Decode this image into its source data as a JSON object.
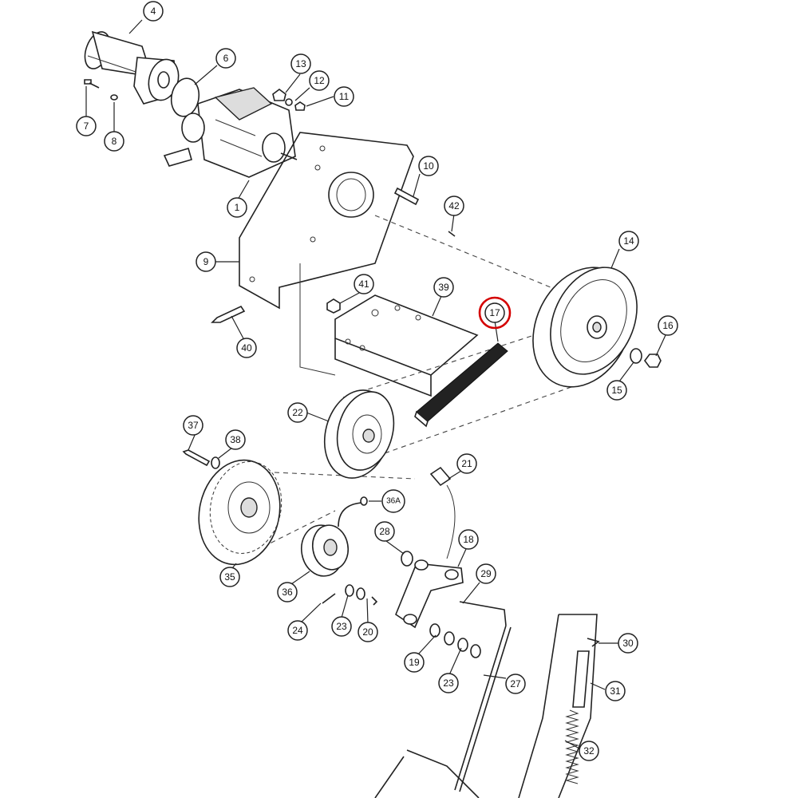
{
  "callouts": [
    {
      "id": "c-4",
      "label": "4"
    },
    {
      "id": "c-6",
      "label": "6"
    },
    {
      "id": "c-13",
      "label": "13"
    },
    {
      "id": "c-12",
      "label": "12"
    },
    {
      "id": "c-11",
      "label": "11"
    },
    {
      "id": "c-7",
      "label": "7"
    },
    {
      "id": "c-8",
      "label": "8"
    },
    {
      "id": "c-1",
      "label": "1"
    },
    {
      "id": "c-10",
      "label": "10"
    },
    {
      "id": "c-42",
      "label": "42"
    },
    {
      "id": "c-9",
      "label": "9"
    },
    {
      "id": "c-14",
      "label": "14"
    },
    {
      "id": "c-41",
      "label": "41"
    },
    {
      "id": "c-39",
      "label": "39"
    },
    {
      "id": "c-17",
      "label": "17"
    },
    {
      "id": "c-16",
      "label": "16"
    },
    {
      "id": "c-40",
      "label": "40"
    },
    {
      "id": "c-15",
      "label": "15"
    },
    {
      "id": "c-22",
      "label": "22"
    },
    {
      "id": "c-37",
      "label": "37"
    },
    {
      "id": "c-38",
      "label": "38"
    },
    {
      "id": "c-21",
      "label": "21"
    },
    {
      "id": "c-36a",
      "label": "36A"
    },
    {
      "id": "c-28",
      "label": "28"
    },
    {
      "id": "c-18",
      "label": "18"
    },
    {
      "id": "c-35",
      "label": "35"
    },
    {
      "id": "c-29",
      "label": "29"
    },
    {
      "id": "c-36",
      "label": "36"
    },
    {
      "id": "c-24",
      "label": "24"
    },
    {
      "id": "c-23a",
      "label": "23"
    },
    {
      "id": "c-20",
      "label": "20"
    },
    {
      "id": "c-30",
      "label": "30"
    },
    {
      "id": "c-19",
      "label": "19"
    },
    {
      "id": "c-23b",
      "label": "23"
    },
    {
      "id": "c-27",
      "label": "27"
    },
    {
      "id": "c-31",
      "label": "31"
    },
    {
      "id": "c-32",
      "label": "32"
    }
  ],
  "highlighted_callout": "17",
  "colors": {
    "line": "#222222",
    "highlight": "#d40000",
    "background": "#ffffff"
  }
}
